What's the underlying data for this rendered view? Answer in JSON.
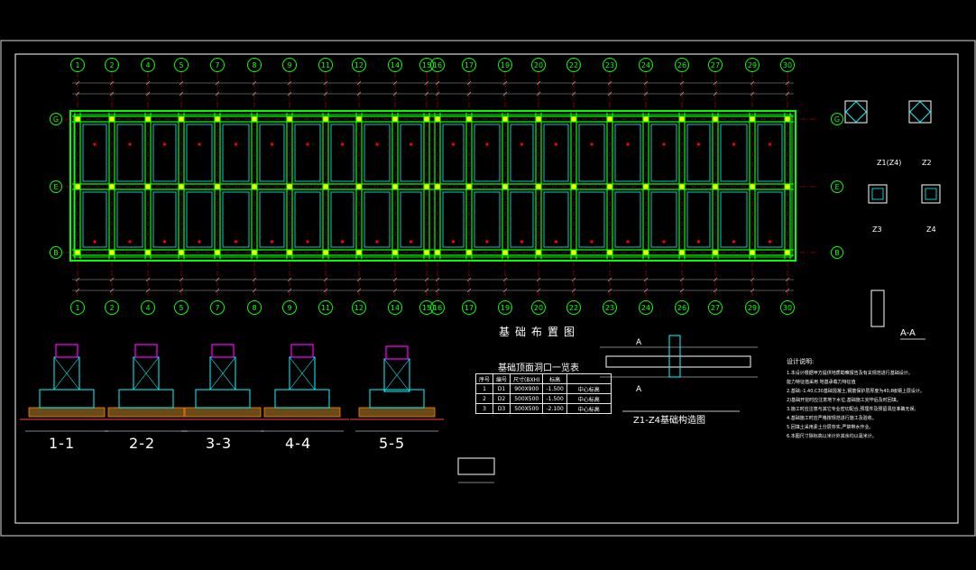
{
  "plan": {
    "title": "基础布置图",
    "col_numbers": [
      "1",
      "2",
      "4",
      "5",
      "7",
      "8",
      "9",
      "11",
      "12",
      "14",
      "15",
      "16",
      "17",
      "19",
      "20",
      "22",
      "23",
      "24",
      "26",
      "27",
      "29",
      "30"
    ],
    "row_labels": [
      "G",
      "E",
      "B"
    ]
  },
  "sections": [
    "1-1",
    "2-2",
    "3-3",
    "4-4",
    "5-5"
  ],
  "table": {
    "title": "基础顶面洞口一览表",
    "headers": [
      "序号",
      "编号",
      "尺寸(BXH)",
      "标高",
      ""
    ],
    "rows": [
      [
        "1",
        "D1",
        "900X900",
        "-1.500",
        "中心标高"
      ],
      [
        "2",
        "D2",
        "500X500",
        "-1.500",
        "中心标高"
      ],
      [
        "3",
        "D3",
        "500X500",
        "-2.100",
        "中心标高"
      ]
    ]
  },
  "detail": {
    "title": "Z1-Z4基础构造图",
    "marks": [
      "A",
      "A"
    ]
  },
  "column_details": {
    "z1": "Z1(Z4)",
    "z2": "Z2",
    "z3": "Z3",
    "z4": "Z4",
    "section_aa": "A-A"
  },
  "notes": {
    "title": "设计说明:",
    "lines": [
      "1.本设计根据甲方提供地质勘察报告及有关规范进行基础设计。",
      "  能力特征值采用 地基承载力特征值",
      "2.基础:-1.40,C30基础混凝土,钢筋保护层厚度为40,Ⅱ级钢上层设计。",
      "  2)基础开挖时应注意地下水位,基础施工完毕后及时回填。",
      "3.施工时应注意与其它专业密切配合,预埋件及预留洞应准确无误。",
      "4.基础施工时应严格按规范进行施工及验收。",
      "5.回填土采用素土分层夯实,严禁带水作业。",
      "6.本图尺寸除标高以米计外其余均以毫米计。"
    ]
  },
  "colors": {
    "grid": "#00ff00",
    "axis": "#ff0000",
    "structure": "#00ffff",
    "text": "#ffffff",
    "dim": "#aaaaaa"
  }
}
